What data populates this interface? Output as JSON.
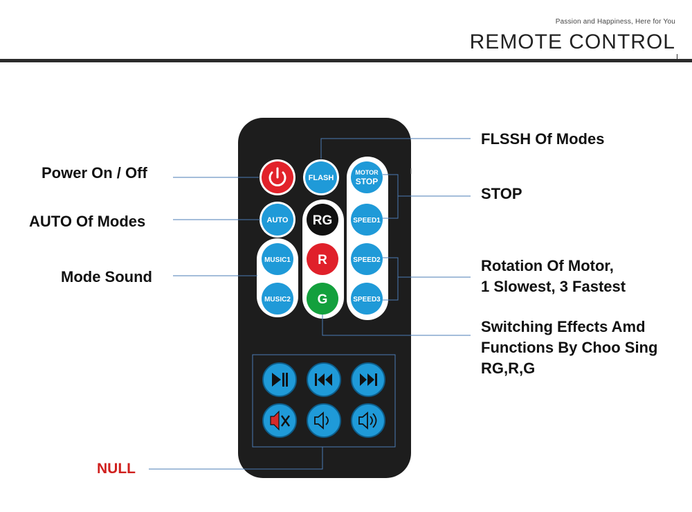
{
  "header": {
    "tagline": "Passion and Happiness, Here for You",
    "title": "REMOTE CONTROL"
  },
  "callouts": {
    "power": "Power On / Off",
    "auto": "AUTO Of Modes",
    "mode_sound": "Mode Sound",
    "null": "NULL",
    "flash_modes": "FLSSH Of Modes",
    "stop": "STOP",
    "rotation": [
      "Rotation Of Motor,",
      "1 Slowest, 3 Fastest"
    ],
    "switching": [
      "Switching Effects Amd",
      "Functions By Choo Sing",
      "RG,R,G"
    ]
  },
  "buttons": {
    "flash": "FLASH",
    "motor_stop_top": "MOTOR",
    "motor_stop_bottom": "STOP",
    "auto": "AUTO",
    "rg": "RG",
    "speed1": "SPEED1",
    "music1": "MUSIC1",
    "r": "R",
    "speed2": "SPEED2",
    "music2": "MUSIC2",
    "g": "G",
    "speed3": "SPEED3"
  },
  "colors": {
    "remote_body": "#1d1d1d",
    "blue_button": "#1f9ad8",
    "power_red": "#e2222a",
    "rg_black": "#111111",
    "r_red": "#e0202a",
    "g_green": "#13a03d",
    "leader_line": "#4a7bb5",
    "null_text": "#d0201e"
  },
  "icons": [
    "power-icon",
    "play-pause-icon",
    "previous-icon",
    "next-icon",
    "mute-icon",
    "volume-down-icon",
    "volume-up-icon"
  ]
}
